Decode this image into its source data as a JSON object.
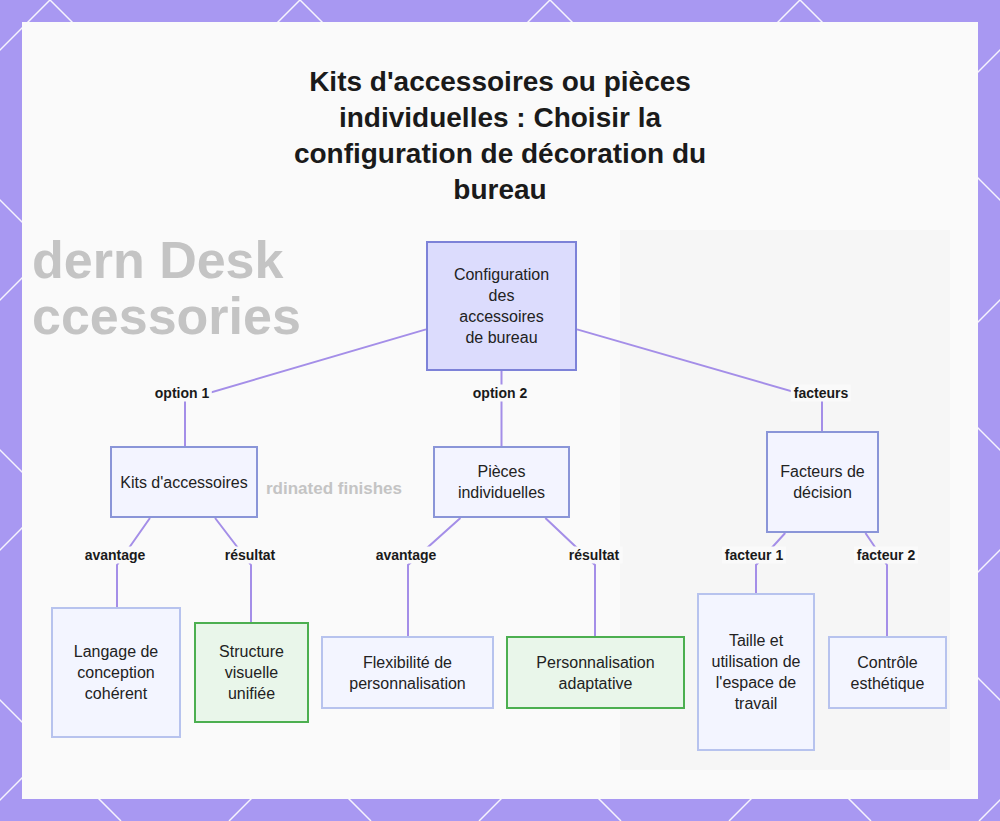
{
  "diagram": {
    "title": "Kits d'accessoires ou pièces individuelles : Choisir la configuration de décoration du bureau",
    "nodes": [
      {
        "text": [
          "Configuration des accessoires de bureau"
        ]
      },
      {
        "text": [
          "Kits d'accessoires"
        ]
      },
      {
        "text": [
          "Pièces individuelles"
        ]
      },
      {
        "text": [
          "Facteurs de décision"
        ]
      },
      {
        "text": [
          "Langage de conception cohérent"
        ]
      },
      {
        "text": [
          "Structure visuelle unifiée"
        ]
      },
      {
        "text": [
          "Flexibilité de personnalisation"
        ]
      },
      {
        "text": [
          "Personnalisation adaptative"
        ]
      },
      {
        "text": [
          "Taille et utilisation de l'espace de travail"
        ]
      },
      {
        "text": [
          "Contrôle esthétique"
        ]
      }
    ],
    "edges": [
      {
        "from": 0,
        "to": 1,
        "label": "option 1",
        "arrow": "none"
      },
      {
        "from": 0,
        "to": 2,
        "label": "option 2",
        "arrow": "none"
      },
      {
        "from": 0,
        "to": 3,
        "label": "facteurs",
        "arrow": "none"
      },
      {
        "from": 1,
        "to": 4,
        "label": "avantage",
        "arrow": "none"
      },
      {
        "from": 1,
        "to": 5,
        "label": "résultat",
        "arrow": "none"
      },
      {
        "from": 2,
        "to": 6,
        "label": "avantage",
        "arrow": "none"
      },
      {
        "from": 2,
        "to": 7,
        "label": "résultat",
        "arrow": "none"
      },
      {
        "from": 3,
        "to": 8,
        "label": "facteur 1",
        "arrow": "none"
      },
      {
        "from": 3,
        "to": 9,
        "label": "facteur 2",
        "arrow": "none"
      }
    ],
    "labels": [
      "dern Desk",
      "ccessories",
      "rdinated finishes"
    ]
  }
}
